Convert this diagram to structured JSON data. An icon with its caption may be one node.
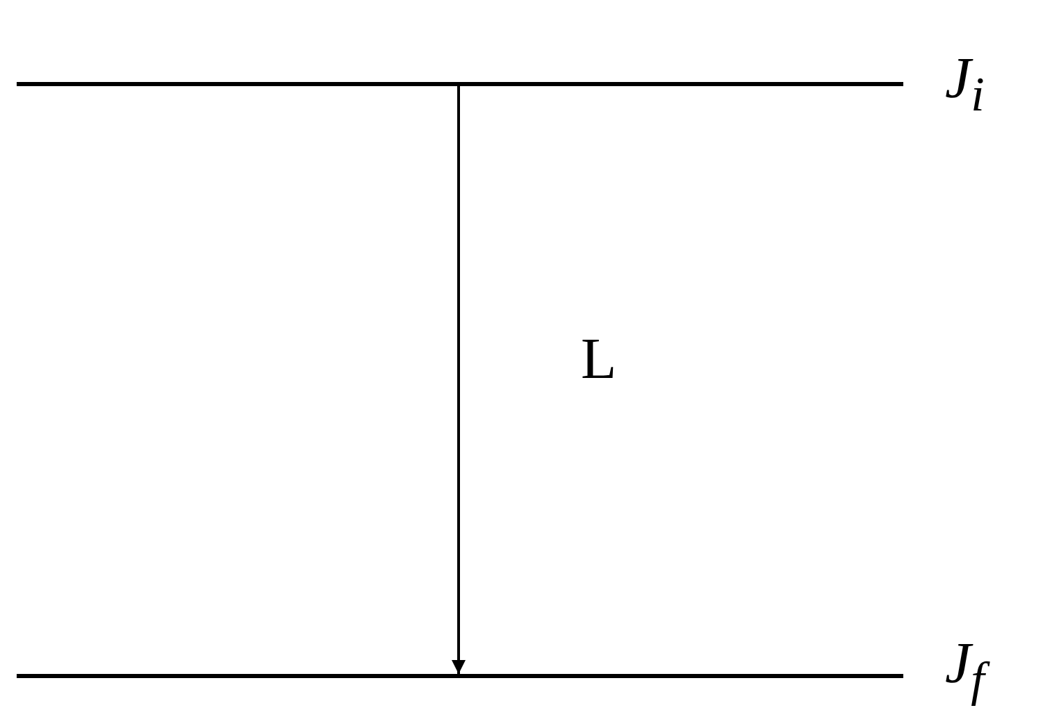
{
  "diagram": {
    "nodes": [
      {
        "text": [],
        "shape": "bar",
        "beside": [
          "J$_{i}$"
        ]
      },
      {
        "text": [],
        "shape": "bar",
        "beside": [
          "J$_{f}$"
        ]
      }
    ],
    "edges": [
      {
        "from": 0,
        "to": 1,
        "arrow": "to",
        "label": "L"
      }
    ]
  }
}
